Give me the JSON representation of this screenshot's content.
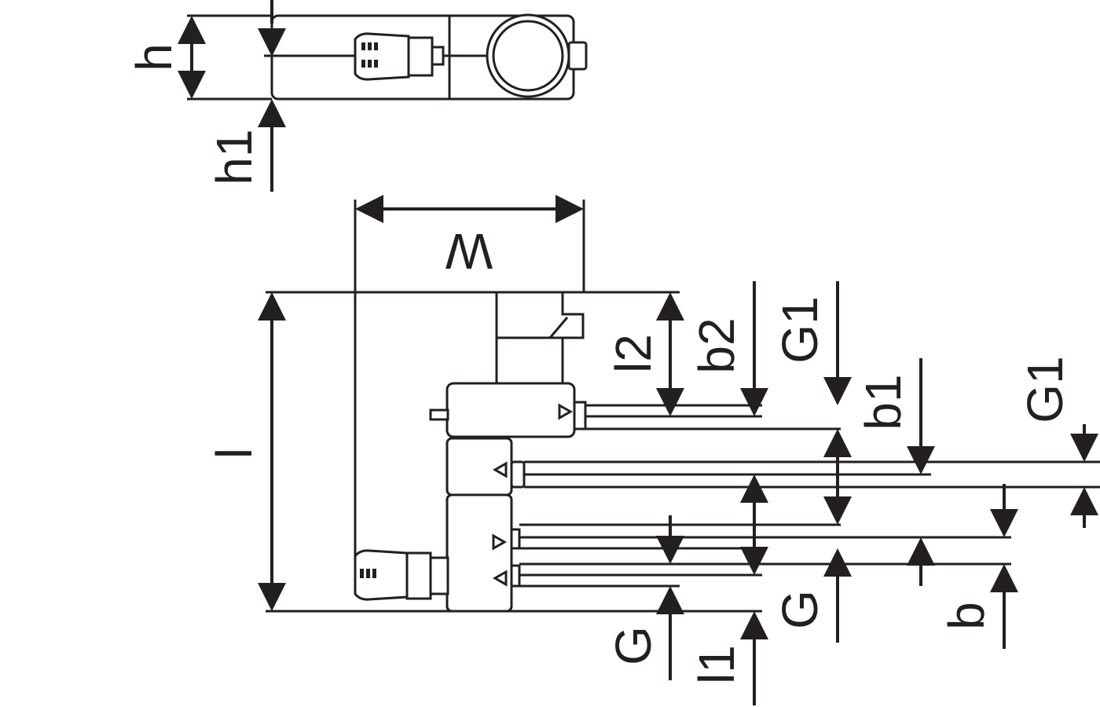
{
  "diagram": {
    "stroke_color": "#231f20",
    "background_color": "#ffffff",
    "labels": {
      "h": "h",
      "h1": "h1",
      "w": "W",
      "l": "l",
      "l1": "l1",
      "l2": "l2",
      "b": "b",
      "b1": "b1",
      "b2": "b2",
      "g_bottom": "G",
      "g_mid": "G",
      "g1_upper": "G1",
      "g1_right": "G1"
    }
  }
}
